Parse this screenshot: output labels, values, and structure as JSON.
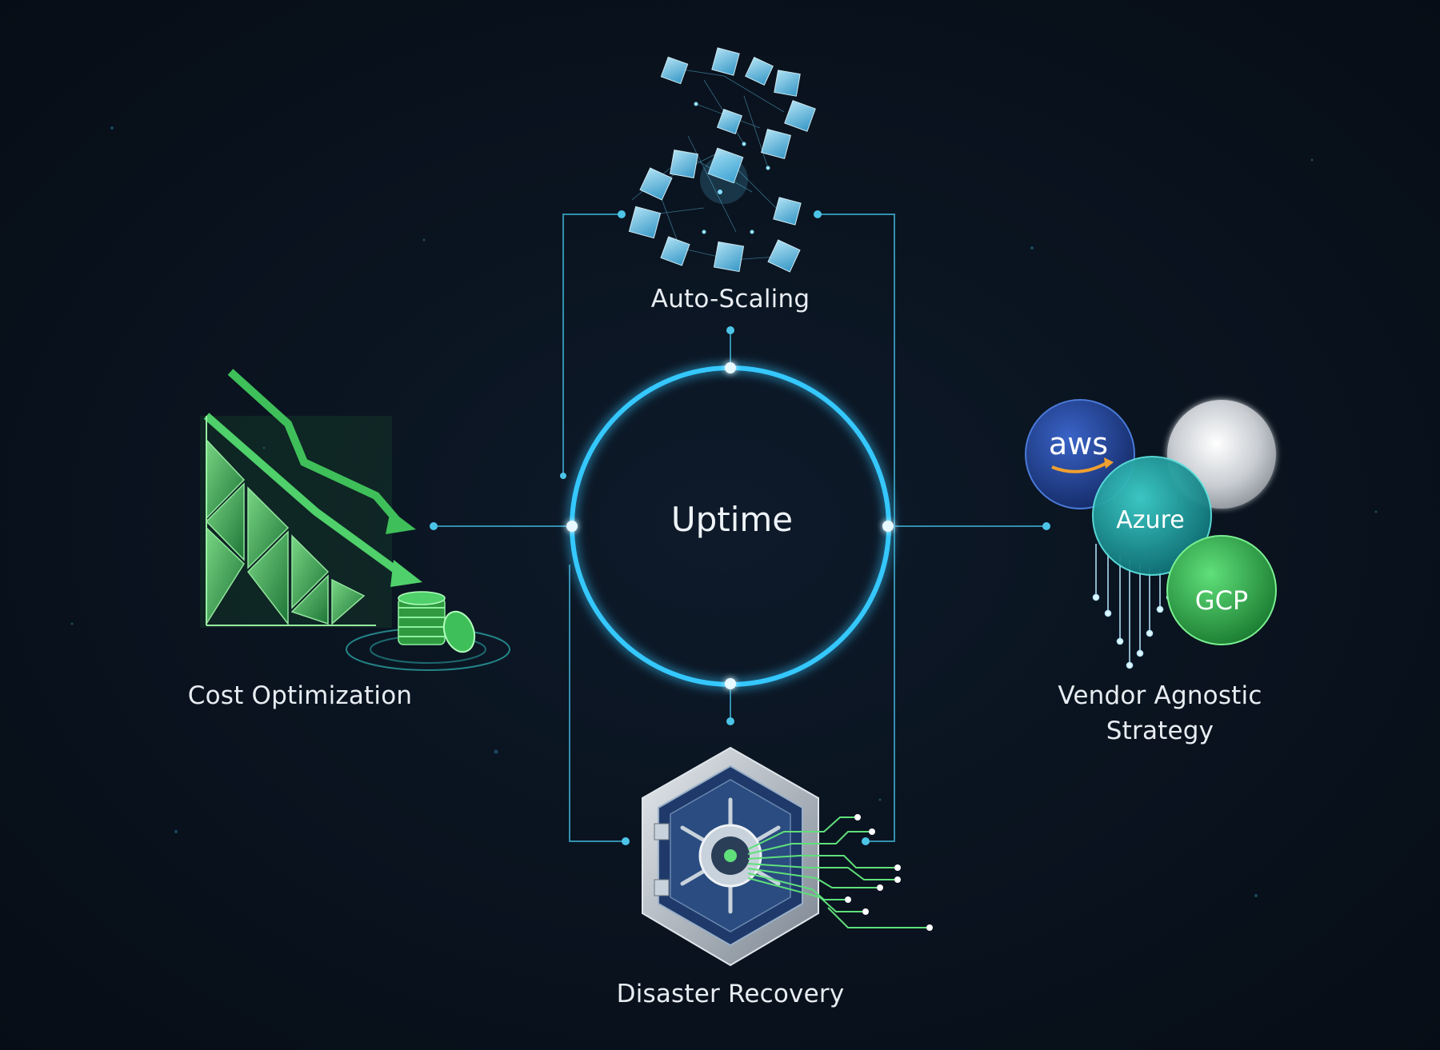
{
  "center": {
    "label": "Uptime"
  },
  "nodes": {
    "auto_scaling": {
      "label": "Auto-Scaling"
    },
    "cost_optimization": {
      "label": "Cost Optimization"
    },
    "vendor_agnostic": {
      "label_line1": "Vendor Agnostic",
      "label_line2": "Strategy"
    },
    "disaster_recovery": {
      "label": "Disaster Recovery"
    }
  },
  "clouds": {
    "aws": "aws",
    "azure": "Azure",
    "gcp": "GCP"
  },
  "colors": {
    "ring": "#35c8ff",
    "connector": "#3aa6c8",
    "green": "#3fbf5a",
    "teal": "#1aa6a6",
    "aws_blue": "#1f3f8a",
    "background": "#0a1420"
  },
  "icons": [
    "cube-cluster-icon",
    "declining-chart-icon",
    "coin-stack-icon",
    "cloud-spheres-icon",
    "vault-icon"
  ]
}
